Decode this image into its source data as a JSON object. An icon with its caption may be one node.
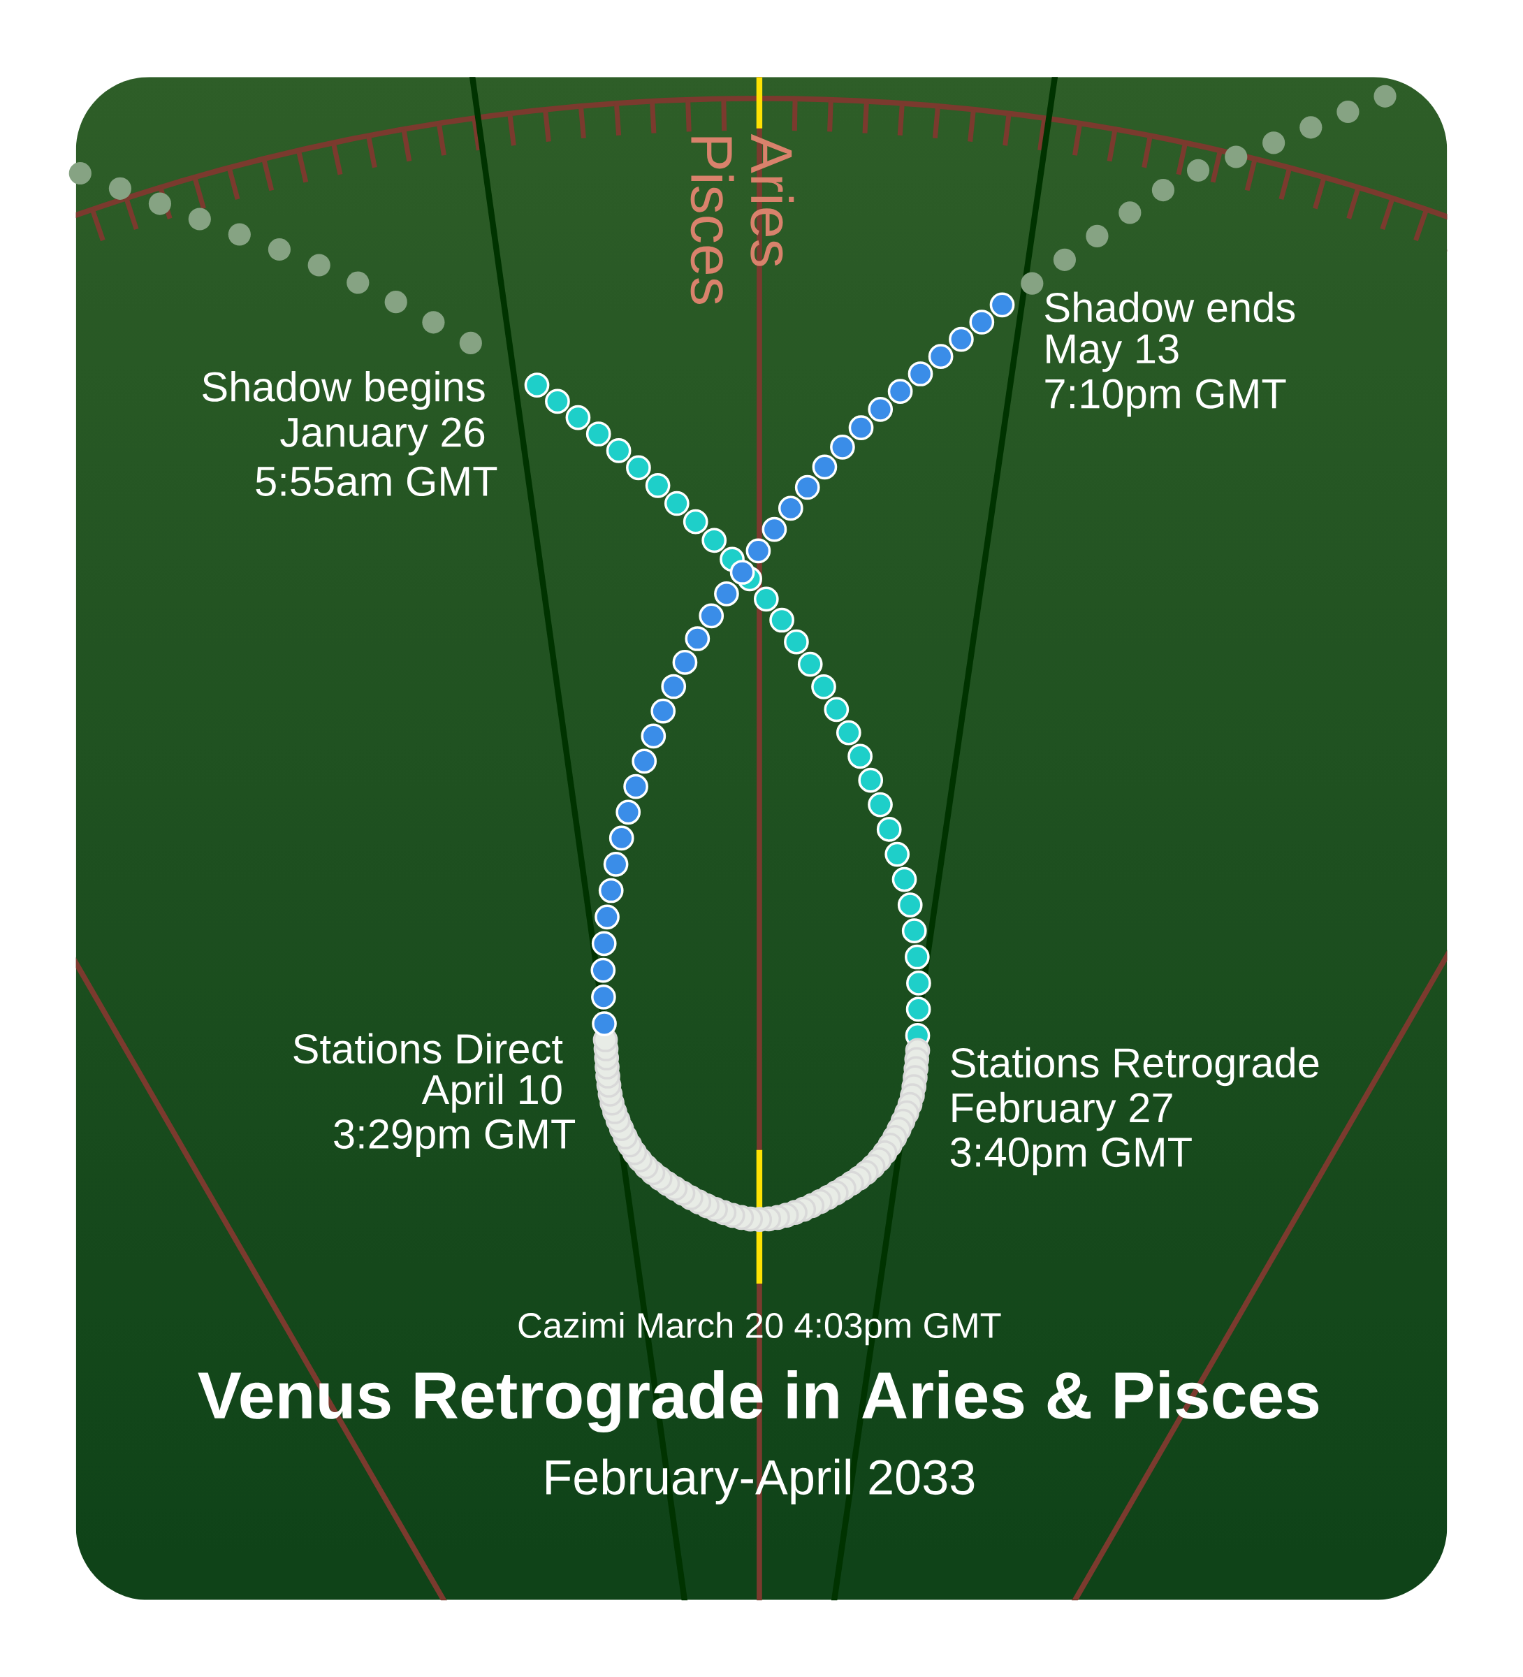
{
  "diagram": {
    "title": "Venus Retrograde in Aries & Pisces",
    "labels": [
      "Aries",
      "Pisces",
      "Shadow begins",
      "January 26",
      "5:55am GMT",
      "Shadow ends",
      "May 13",
      "7:10pm GMT",
      "Stations Direct",
      "April 10",
      "3:29pm GMT",
      "Stations Retrograde",
      "February 27",
      "3:40pm GMT",
      "Cazimi March 20 4:03pm GMT",
      "February-April 2033"
    ]
  }
}
